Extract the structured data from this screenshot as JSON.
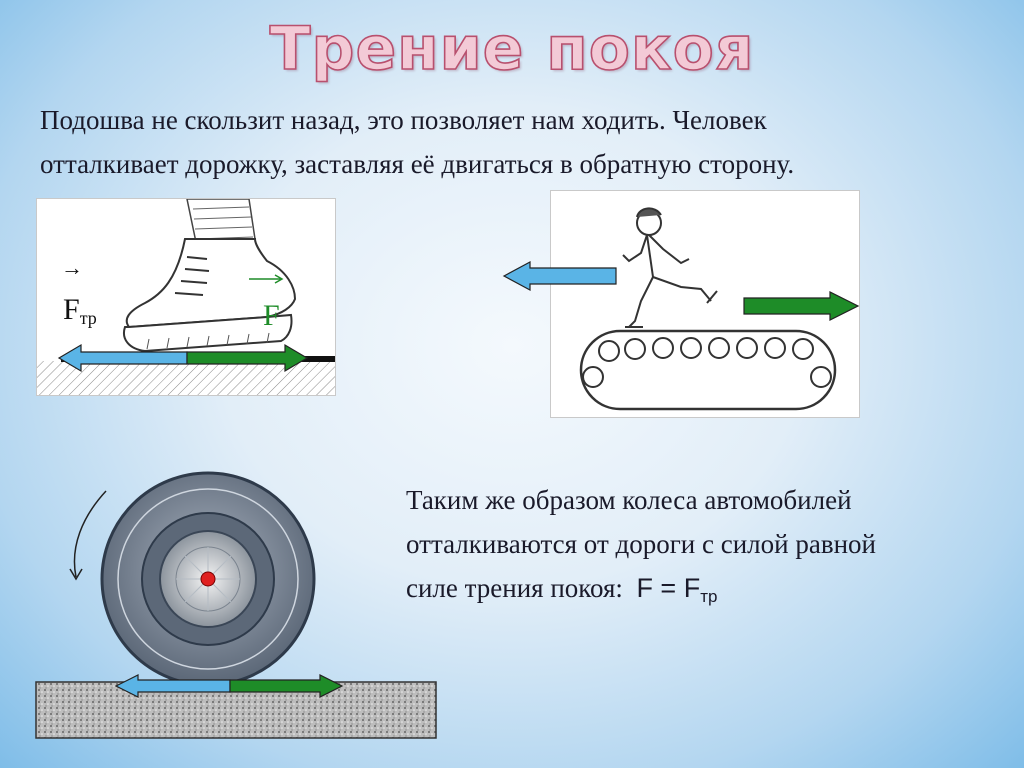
{
  "title": "Трение покоя",
  "intro": {
    "line1": "Подошва не скользит назад, это позволяет нам ходить. Человек",
    "line2": "отталкивает дорожку, заставляя её двигаться в обратную сторону."
  },
  "shoe_panel": {
    "vector_arrow_symbol": "→",
    "friction_label": "F",
    "friction_subscript": "тр",
    "force_label": "F"
  },
  "wheel_text": {
    "line1": "Таким же образом колеса автомобилей",
    "line2": "отталкиваются от дороги с силой равной",
    "line3_prefix": "силе трения покоя:",
    "formula_main": "F = F",
    "formula_subscript": "тр"
  },
  "colors": {
    "friction_arrow": "#5ab4e6",
    "force_arrow": "#1e8c28",
    "title_fill": "#f3cad6",
    "title_outline": "#b8506e"
  }
}
